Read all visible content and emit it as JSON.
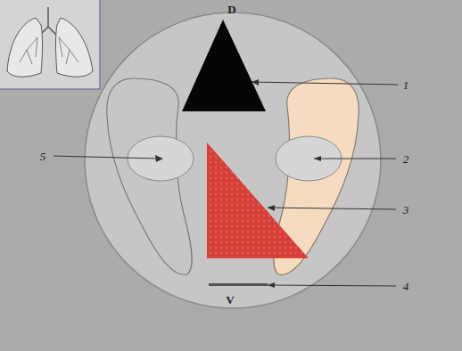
{
  "diagram": {
    "labels": [
      "D",
      "1",
      "5",
      "2",
      "3",
      "4",
      "V"
    ]
  }
}
